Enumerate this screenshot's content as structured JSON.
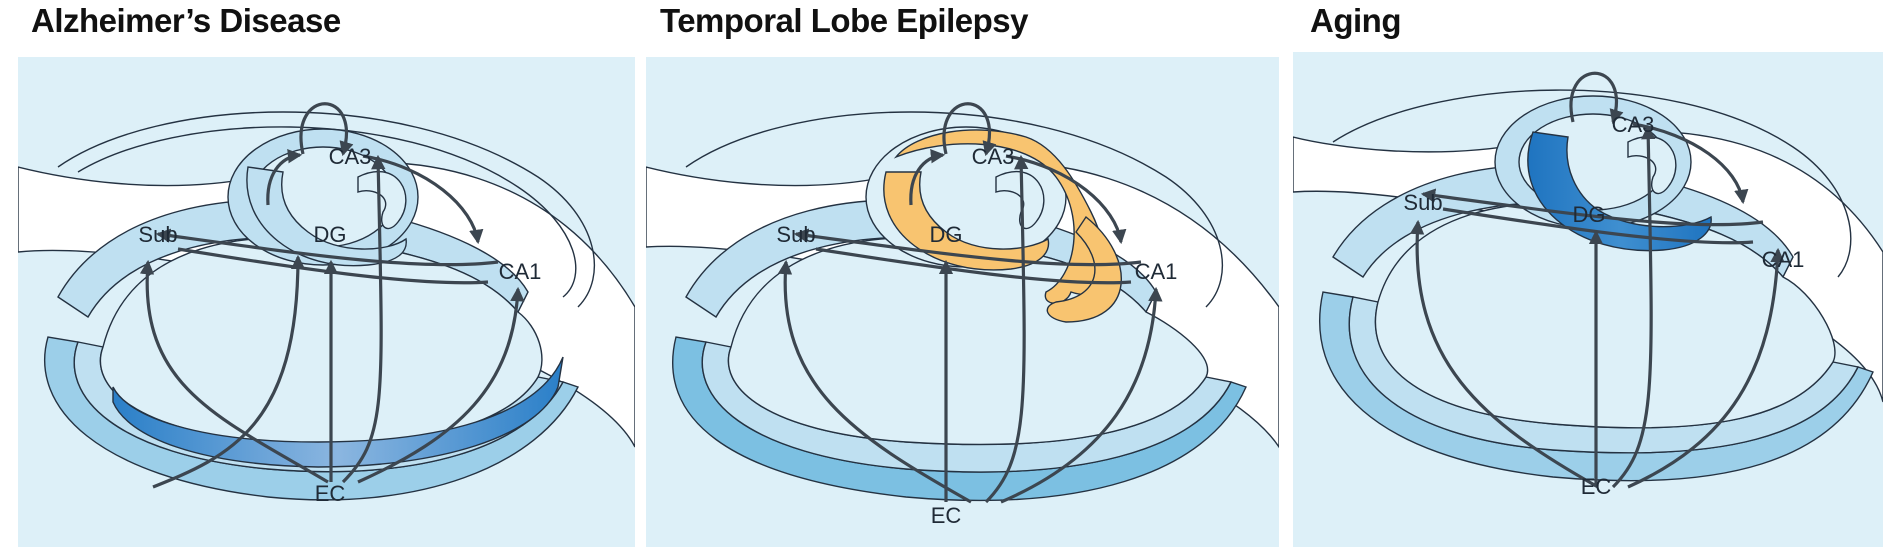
{
  "panels": [
    {
      "title": "Alzheimer’s Disease",
      "highlight": "entorhinal-cortex",
      "highlight_color": "#2a7fc8",
      "labels": {
        "ca3": "CA3",
        "dg": "DG",
        "sub": "Sub",
        "ca1": "CA1",
        "ec": "EC"
      }
    },
    {
      "title": "Temporal Lobe Epilepsy",
      "highlight": "hippocampus",
      "highlight_color": "#f8c470",
      "labels": {
        "ca3": "CA3",
        "dg": "DG",
        "sub": "Sub",
        "ca1": "CA1",
        "ec": "EC"
      }
    },
    {
      "title": "Aging",
      "highlight": "dentate-gyrus",
      "highlight_color": "#1f74c0",
      "labels": {
        "ca3": "CA3",
        "dg": "DG",
        "sub": "Sub",
        "ca1": "CA1",
        "ec": "EC"
      }
    }
  ],
  "colors": {
    "background": "#ddf0f8",
    "tissue_light": "#bfe0f1",
    "tissue_mid": "#9ccfe9",
    "tissue_deep": "#7cc0e2",
    "outline": "#243242",
    "arrow": "#3c4650"
  }
}
